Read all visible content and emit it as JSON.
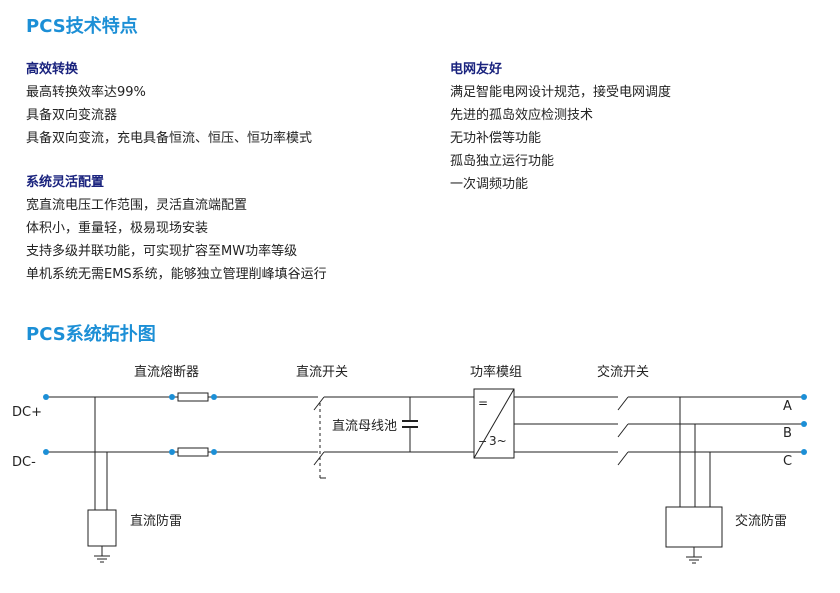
{
  "features_title": "PCS技术特点",
  "groups": {
    "efficiency": {
      "heading": "高效转换",
      "items": [
        "最高转换效率达99%",
        "具备双向变流器",
        "具备双向变流，充电具备恒流、恒压、恒功率模式"
      ]
    },
    "flexible": {
      "heading": "系统灵活配置",
      "items": [
        "宽直流电压工作范围，灵活直流端配置",
        "体积小，重量轻，极易现场安装",
        "支持多级并联功能，可实现扩容至MW功率等级",
        "单机系统无需EMS系统，能够独立管理削峰填谷运行"
      ]
    },
    "grid": {
      "heading": "电网友好",
      "items": [
        "满足智能电网设计规范，接受电网调度",
        "先进的孤岛效应检测技术",
        "无功补偿等功能",
        "孤岛独立运行功能",
        "一次调频功能"
      ]
    }
  },
  "topology_title": "PCS系统拓扑图",
  "diagram": {
    "dc_fuse": "直流熔断器",
    "dc_switch": "直流开关",
    "power_module": "功率模组",
    "ac_switch": "交流开关",
    "dc_plus": "DC+",
    "dc_minus": "DC-",
    "dc_bus_cap": "直流母线池",
    "dc_surge": "直流防雷",
    "ac_surge": "交流防雷",
    "inv_dc": "=",
    "inv_ac": "3~",
    "phase_a": "A",
    "phase_b": "B",
    "phase_c": "C",
    "accent": "#1c8fd6"
  }
}
